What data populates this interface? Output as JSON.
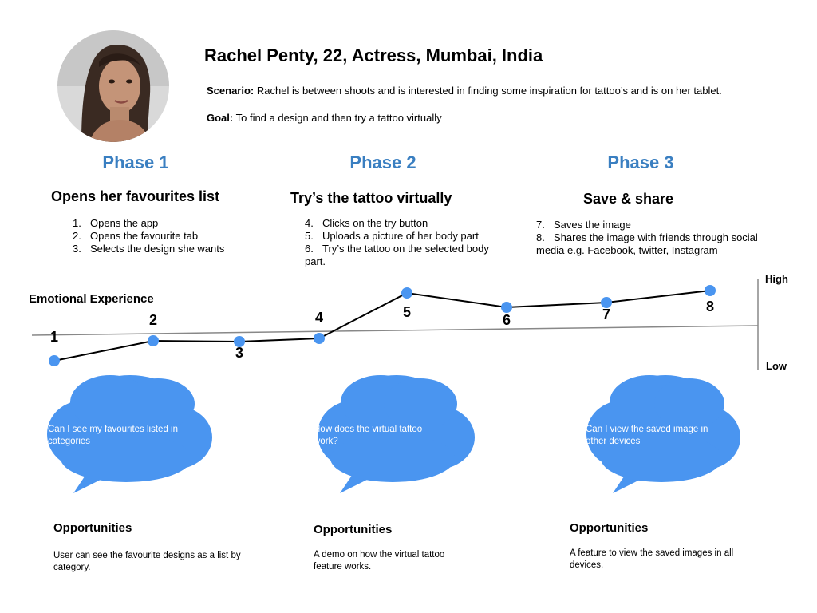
{
  "persona": {
    "title": "Rachel Penty, 22, Actress, Mumbai, India",
    "scenario_label": "Scenario:",
    "scenario_text": " Rachel is between shoots and is interested in finding some inspiration for tattoo’s and is on her tablet.",
    "goal_label": "Goal:",
    "goal_text": " To find a design and then try a tattoo virtually"
  },
  "phases": [
    {
      "name": "Phase 1",
      "title": "Opens her favourites list",
      "steps": [
        {
          "n": "1.",
          "text": "Opens the app"
        },
        {
          "n": "2.",
          "text": "Opens the favourite tab"
        },
        {
          "n": "3.",
          "text": "Selects the design she wants"
        }
      ],
      "question": "Can I see my favourites listed in categories",
      "opportunities_label": "Opportunities",
      "opportunity": "User can see the favourite designs as a list by category."
    },
    {
      "name": "Phase 2",
      "title": "Try’s the tattoo virtually",
      "steps": [
        {
          "n": "4.",
          "text": "Clicks on the try button"
        },
        {
          "n": "5.",
          "text": "Uploads a picture of her body part"
        },
        {
          "n": "6.",
          "text": "Try’s the tattoo on the selected body part."
        }
      ],
      "question": "How does the virtual tattoo work?",
      "opportunities_label": "Opportunities",
      "opportunity": "A demo on how the virtual tattoo feature works."
    },
    {
      "name": "Phase 3",
      "title": "Save & share",
      "steps": [
        {
          "n": "7.",
          "text": "Saves the image"
        },
        {
          "n": "8.",
          "text": "Shares the image with friends through social media e.g. Facebook, twitter, Instagram"
        }
      ],
      "question": "Can I view the saved image in other devices",
      "opportunities_label": "Opportunities",
      "opportunity": "A feature to view the saved images in all devices."
    }
  ],
  "emotion": {
    "label": "Emotional Experience",
    "high_label": "High",
    "low_label": "Low",
    "points": [
      {
        "step": "1",
        "level": 0.05
      },
      {
        "step": "2",
        "level": 0.3
      },
      {
        "step": "3",
        "level": 0.29
      },
      {
        "step": "4",
        "level": 0.33
      },
      {
        "step": "5",
        "level": 0.9
      },
      {
        "step": "6",
        "level": 0.72
      },
      {
        "step": "7",
        "level": 0.78
      },
      {
        "step": "8",
        "level": 0.93
      }
    ]
  },
  "colors": {
    "accent": "#3a7fc1",
    "cloud": "#4a95f0",
    "point": "#4a95f0",
    "baseline": "#888888"
  }
}
